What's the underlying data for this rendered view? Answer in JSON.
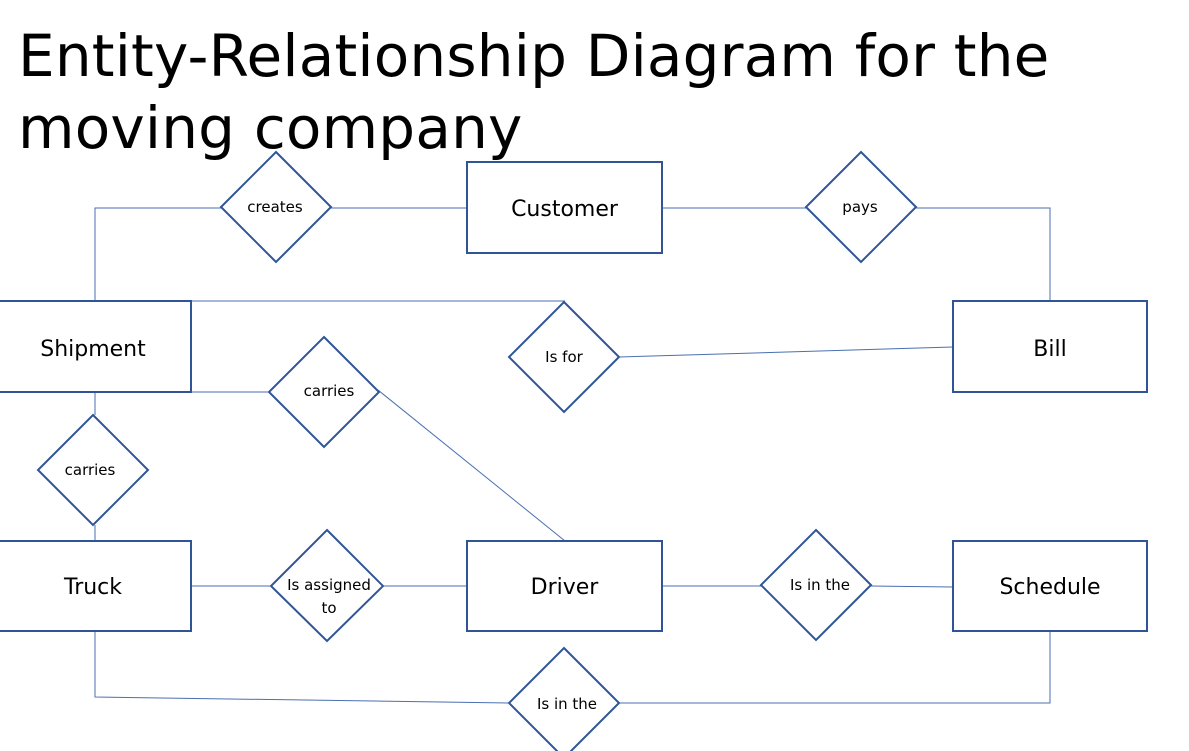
{
  "title": "Entity-Relationship Diagram for the moving company",
  "colors": {
    "shape_stroke": "#2f5597",
    "connector": "#4a6fb0",
    "background": "#ffffff",
    "text": "#000000"
  },
  "entities": {
    "customer": "Customer",
    "shipment": "Shipment",
    "bill": "Bill",
    "truck": "Truck",
    "driver": "Driver",
    "schedule": "Schedule"
  },
  "relationships": {
    "creates": "creates",
    "pays": "pays",
    "is_for": "Is for",
    "carries_shipment_driver": "carries",
    "carries_shipment_truck": "carries",
    "is_assigned_to_line1": "Is assigned",
    "is_assigned_to_line2": "to",
    "is_in_the_driver_schedule": "Is in the",
    "is_in_the_truck_schedule": "Is in the"
  }
}
